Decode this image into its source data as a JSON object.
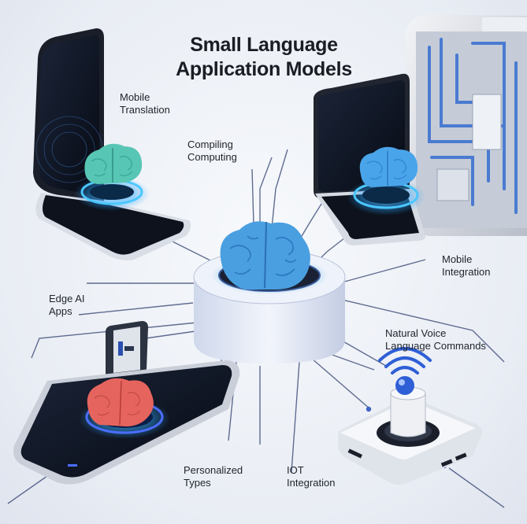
{
  "title": {
    "line1": "Small Language",
    "line2": "Application Models"
  },
  "labels": {
    "mobile_translation": {
      "line1": "Mobile",
      "line2": "Translation"
    },
    "compiling_computing": {
      "line1": "Compiling",
      "line2": "Computing"
    },
    "mobile_integration": {
      "line1": "Mobile",
      "line2": "Integration"
    },
    "edge_ai_apps": {
      "line1": "Edge AI",
      "line2": "Apps"
    },
    "natural_voice": {
      "line1": "Natural Voice",
      "line2": "Language Commands"
    },
    "personalized_types": {
      "line1": "Personalized",
      "line2": "Types"
    },
    "iot_integration": {
      "line1": "IOT",
      "line2": "Integration"
    }
  },
  "colors": {
    "brain_center": "#4a9fe0",
    "brain_top_left": "#58c6b4",
    "brain_right": "#3f9ae2",
    "brain_bottom": "#e6645e",
    "glow": "#3fb6ff",
    "line": "#2f3f6e"
  },
  "icons": [
    "brain-icon",
    "wifi-signal-icon",
    "phone-icon",
    "tablet-icon",
    "server-rack-icon",
    "iot-hub-icon"
  ]
}
